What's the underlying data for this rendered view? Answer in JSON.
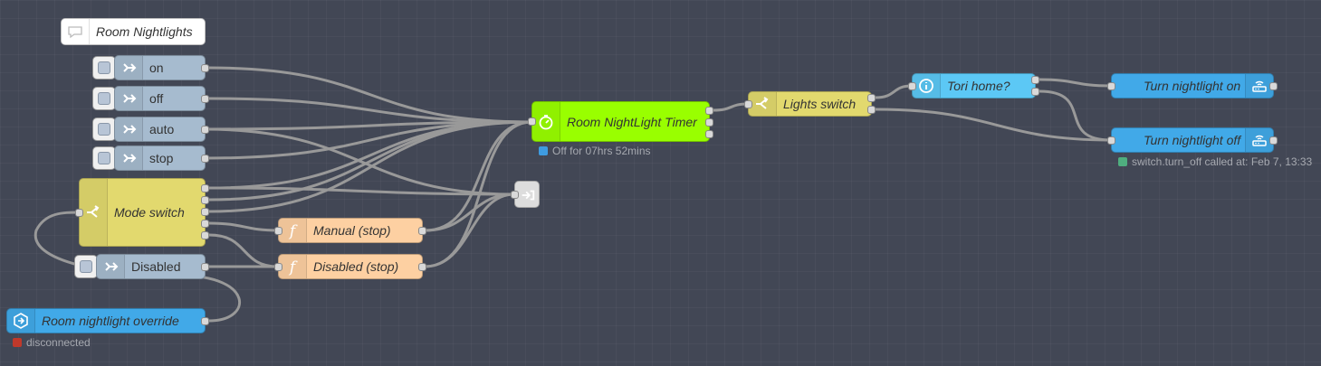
{
  "colors": {
    "background": "#424755",
    "inject": "#a6bbcf",
    "switch": "#e2d96e",
    "function": "#fdd0a2",
    "timer": "#99ff00",
    "ha_blue": "#41a9e8",
    "ha_light": "#5cc8f5",
    "link": "#dddddd",
    "wire": "#999999",
    "status_blue": "#3e9be0",
    "status_green": "#4fae7f",
    "status_red": "#c0392b"
  },
  "comment": {
    "label": "Room Nightlights",
    "icon": "speech-bubble-icon"
  },
  "injects": [
    {
      "label": "on",
      "icon": "inject-arrow-icon"
    },
    {
      "label": "off",
      "icon": "inject-arrow-icon"
    },
    {
      "label": "auto",
      "icon": "inject-arrow-icon"
    },
    {
      "label": "stop",
      "icon": "inject-arrow-icon"
    },
    {
      "label": "Disabled",
      "icon": "inject-arrow-icon"
    }
  ],
  "mode_switch": {
    "label": "Mode switch",
    "icon": "switch-icon"
  },
  "functions": [
    {
      "label": "Manual (stop)",
      "icon": "function-icon"
    },
    {
      "label": "Disabled (stop)",
      "icon": "function-icon"
    }
  ],
  "timer": {
    "label": "Room NightLight Timer",
    "icon": "timer-icon",
    "status": "Off for 07hrs 52mins"
  },
  "lights_switch": {
    "label": "Lights switch",
    "icon": "switch-icon"
  },
  "tori_home": {
    "label": "Tori home?",
    "icon": "info-icon"
  },
  "service_on": {
    "label": "Turn nightlight on",
    "icon": "router-icon"
  },
  "service_off": {
    "label": "Turn nightlight off",
    "icon": "router-icon",
    "status": "switch.turn_off called at: Feb 7, 13:33"
  },
  "override": {
    "label": "Room nightlight override",
    "icon": "home-assistant-icon",
    "status": "disconnected"
  },
  "link_node": {
    "icon": "link-out-icon"
  }
}
